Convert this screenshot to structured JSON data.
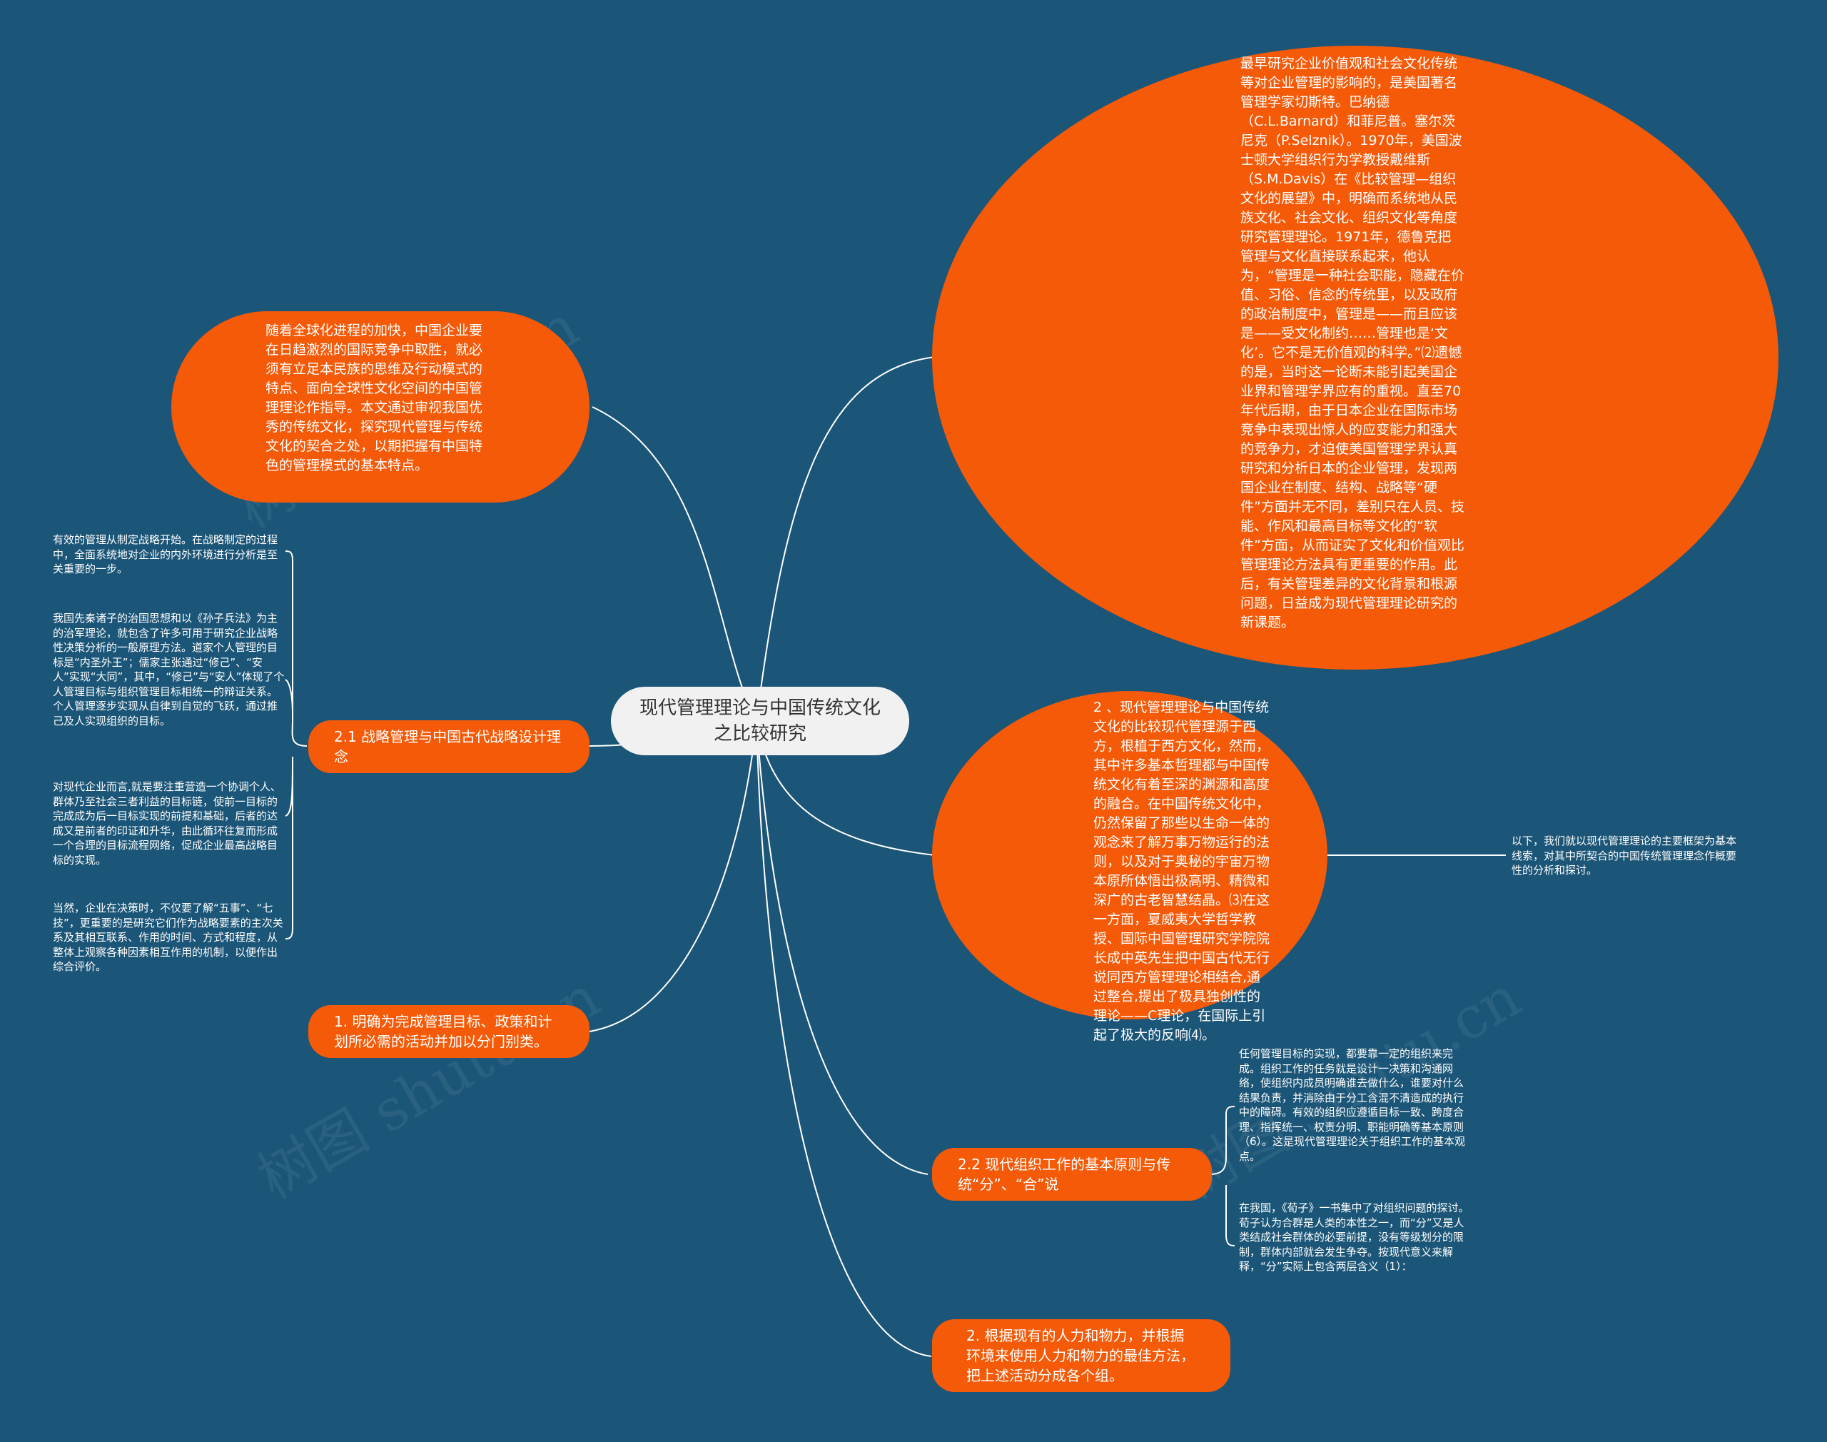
{
  "root": {
    "label": "现代管理理论与中国传统文化之比较研究"
  },
  "top_right": {
    "text": "最早研究企业价值观和社会文化传统等对企业管理的影响的，是美国著名管理学家切斯特。巴纳德（C.L.Barnard）和菲尼普。塞尔茨尼克（P.Selznik）。1970年，美国波士顿大学组织行为学教授戴维斯（S.M.Davis）在《比较管理—组织文化的展望》中，明确而系统地从民族文化、社会文化、组织文化等角度研究管理理论。1971年，德鲁克把管理与文化直接联系起来，他认为，“管理是一种社会职能，隐藏在价值、习俗、信念的传统里，以及政府的政治制度中，管理是——而且应该是——受文化制约……管理也是‘文化’。它不是无价值观的科学。”⑵遗憾的是，当时这一论断未能引起美国企业界和管理学界应有的重视。直至70年代后期，由于日本企业在国际市场竞争中表现出惊人的应变能力和强大的竞争力，才迫使美国管理学界认真研究和分析日本的企业管理，发现两国企业在制度、结构、战略等“硬件”方面并无不同，差别只在人员、技能、作风和最高目标等文化的“软件”方面，从而证实了文化和价值观比管理理论方法具有更重要的作用。此后，有关管理差异的文化背景和根源问题，日益成为现代管理理论研究的新课题。"
  },
  "mid_right": {
    "text": "2 、现代管理理论与中国传统文化的比较现代管理源于西方，根植于西方文化，然而，其中许多基本哲理都与中国传统文化有着至深的渊源和高度的融合。在中国传统文化中，仍然保留了那些以生命一体的观念来了解万事万物运行的法则，以及对于奥秘的宇宙万物本原所体悟出极高明、精微和深广的古老智慧结晶。⑶在这一方面，夏威夷大学哲学教授、国际中国管理研究学院院长成中英先生把中国古代无行说同西方管理理论相结合,通过整合,提出了极具独创性的理论——C理论，在国际上引起了极大的反响⑷。",
    "leaf": "以下，我们就以现代管理理论的主要框架为基本线索，对其中所契合的中国传统管理理念作概要性的分析和探讨。"
  },
  "top_left": {
    "text": "随着全球化进程的加快，中国企业要在日趋激烈的国际竞争中取胜，就必须有立足本民族的思维及行动模式的特点、面向全球性文化空间的中国管理理论作指导。本文通过审视我国优秀的传统文化，探究现代管理与传统文化的契合之处，以期把握有中国特色的管理模式的基本特点。"
  },
  "strategy": {
    "label": "2.1 战略管理与中国古代战略设计理念",
    "leaves": [
      "有效的管理从制定战略开始。在战略制定的过程中，全面系统地对企业的内外环境进行分析是至关重要的一步。",
      "我国先秦诸子的治国思想和以《孙子兵法》为主的治军理论，就包含了许多可用于研究企业战略性决策分析的一般原理方法。道家个人管理的目标是“内圣外王”；儒家主张通过“修己”、“安人”实现“大同”，其中，“修己”与“安人”体现了个人管理目标与组织管理目标相统一的辩证关系。个人管理逐步实现从自律到自觉的飞跃，通过推己及人实现组织的目标。",
      "对现代企业而言,就是要注重营造一个协调个人、群体乃至社会三者利益的目标链，使前一目标的完成成为后一目标实现的前提和基础，后者的达成又是前者的印证和升华，由此循环往复而形成一个合理的目标流程网络，促成企业最高战略目标的实现。",
      "当然，企业在决策时，不仅要了解“五事”、“七技”，更重要的是研究它们作为战略要素的主次关系及其相互联系、作用的时间、方式和程度，从整体上观察各种因素相互作用的机制，以便作出综合评价。"
    ]
  },
  "item1": {
    "label": "1. 明确为完成管理目标、政策和计划所必需的活动并加以分门别类。"
  },
  "org": {
    "label": "2.2 现代组织工作的基本原则与传统“分”、“合”说",
    "leaves": [
      "任何管理目标的实现，都要靠一定的组织来完成。组织工作的任务就是设计一决策和沟通网络，使组织内成员明确谁去做什么，谁要对什么结果负责，并消除由于分工含混不清造成的执行中的障碍。有效的组织应遵循目标一致、跨度合理、指挥统一、权责分明、职能明确等基本原则（6）。这是现代管理理论关于组织工作的基本观点。",
      "在我国，《荀子》一书集中了对组织问题的探讨。荀子认为合群是人类的本性之一，而“分”又是人类结成社会群体的必要前提，没有等级划分的限制，群体内部就会发生争夺。按现代意义来解释，“分”实际上包含两层含义（1）："
    ]
  },
  "item2": {
    "label": "2. 根据现有的人力和物力，并根据环境来使用人力和物力的最佳方法，把上述活动分成各个组。"
  },
  "watermark": {
    "text": "树图 shutu.cn"
  },
  "colors": {
    "background": "#1b5577",
    "node": "#f45a08",
    "root": "#f1f1f1",
    "line": "#ffffff"
  }
}
